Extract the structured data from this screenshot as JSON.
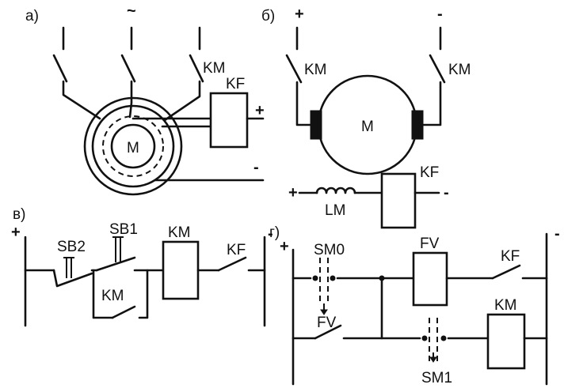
{
  "panels": {
    "a": {
      "letter": "а)",
      "supply": "~",
      "contactor": "KM",
      "relay": "KF",
      "motor": "M",
      "plus": "+",
      "minus": "-"
    },
    "b": {
      "letter": "б)",
      "plus": "+",
      "minus": "-",
      "contactor_left": "KM",
      "contactor_right": "KM",
      "motor": "M",
      "relay": "KF",
      "winding": "LM",
      "field_plus": "+",
      "field_minus": "-"
    },
    "v": {
      "letter": "в)",
      "plus": "+",
      "minus": "-",
      "stop_button": "SB2",
      "start_button": "SB1",
      "hold_contact": "KM",
      "coil": "KM",
      "relay_contact": "KF"
    },
    "g": {
      "letter": "г)",
      "plus": "+",
      "minus": "-",
      "switch_top": "SM0",
      "fv_coil": "FV",
      "relay_contact": "KF",
      "fv_contact": "FV",
      "coil": "KM",
      "switch_bottom": "SM1"
    }
  }
}
